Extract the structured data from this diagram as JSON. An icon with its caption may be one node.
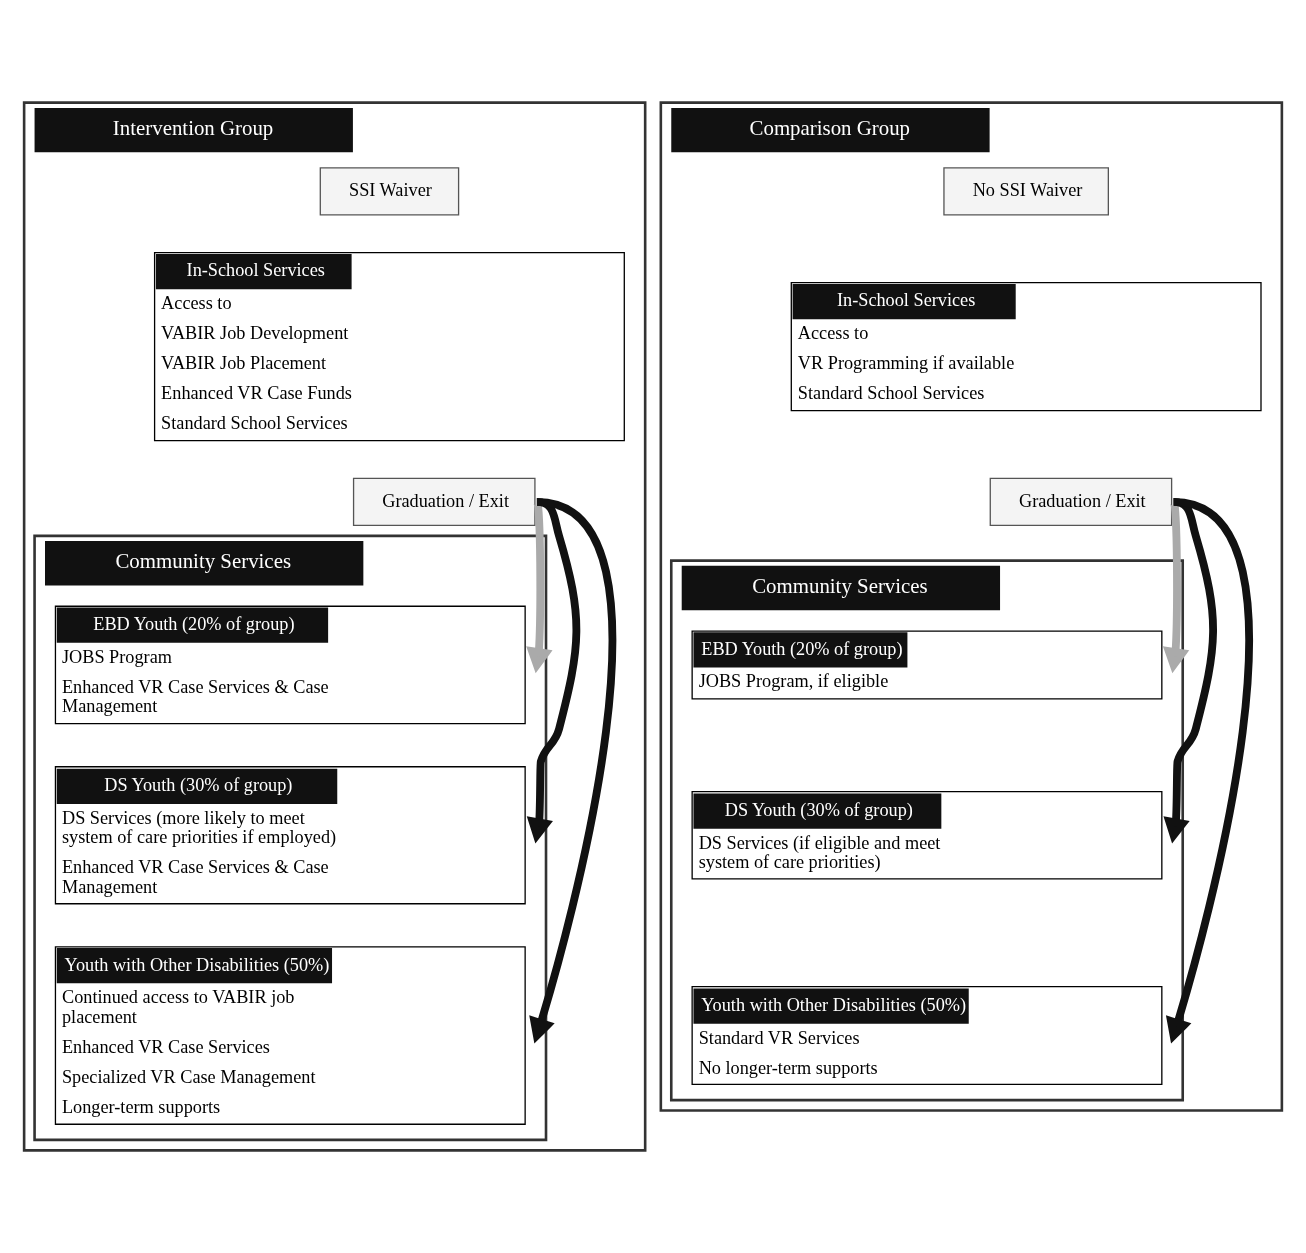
{
  "diagram": {
    "nodes": [
      {
        "text": [
          "Intervention Group"
        ]
      },
      {
        "text": [
          "SSI Waiver"
        ],
        "in": 0
      },
      {
        "text": [
          "In-School Services",
          "Access to",
          "VABIR Job Development",
          "VABIR Job Placement",
          "Enhanced VR Case Funds",
          "Standard School Services"
        ],
        "in": 0
      },
      {
        "text": [
          "Graduation / Exit"
        ],
        "in": 0
      },
      {
        "text": [
          "Community Services"
        ],
        "in": 0
      },
      {
        "text": [
          "EBD Youth (20% of group)",
          "JOBS Program",
          "Enhanced VR Case Services & Case Management"
        ],
        "in": 4
      },
      {
        "text": [
          "DS Youth (30% of group)",
          "DS Services (more likely to meet system of care priorities if employed)",
          "Enhanced VR Case Services & Case Management"
        ],
        "in": 4
      },
      {
        "text": [
          "Youth with Other Disabilities (50%)",
          "Continued access to VABIR job placement",
          "Enhanced VR Case Services",
          "Specialized VR Case Management",
          "Longer-term supports"
        ],
        "in": 4
      },
      {
        "text": [
          "Comparison Group"
        ]
      },
      {
        "text": [
          "No SSI Waiver"
        ],
        "in": 8
      },
      {
        "text": [
          "In-School Services",
          "Access to",
          "VR Programming if available",
          "Standard School Services"
        ],
        "in": 8
      },
      {
        "text": [
          "Graduation / Exit"
        ],
        "in": 8
      },
      {
        "text": [
          "Community Services"
        ],
        "in": 8
      },
      {
        "text": [
          "EBD Youth (20% of group)",
          "JOBS Program, if eligible"
        ],
        "in": 12
      },
      {
        "text": [
          "DS Youth (30% of group)",
          "DS Services (if eligible and meet system of care priorities)"
        ],
        "in": 12
      },
      {
        "text": [
          "Youth with Other Disabilities (50%)",
          "Standard VR Services",
          "No longer-term supports"
        ],
        "in": 12
      }
    ],
    "edges": [
      {
        "from": 3,
        "to": 5,
        "arrow": "to",
        "color": "#aaaaaa"
      },
      {
        "from": 3,
        "to": 6,
        "arrow": "to"
      },
      {
        "from": 3,
        "to": 7,
        "arrow": "to"
      },
      {
        "from": 11,
        "to": 13,
        "arrow": "to",
        "color": "#aaaaaa"
      },
      {
        "from": 11,
        "to": 14,
        "arrow": "to"
      },
      {
        "from": 11,
        "to": 15,
        "arrow": "to"
      }
    ]
  }
}
